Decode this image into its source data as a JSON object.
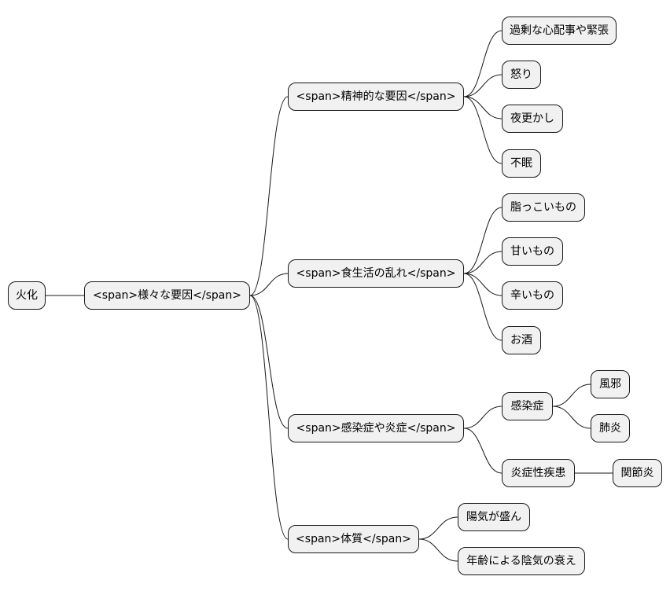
{
  "mindmap": {
    "root": "火化",
    "level1": "<span>様々な要因</span>",
    "branches": {
      "mental": {
        "label": "<span>精神的な要因</span>",
        "items": [
          "過剰な心配事や緊張",
          "怒り",
          "夜更かし",
          "不眠"
        ]
      },
      "diet": {
        "label": "<span>食生活の乱れ</span>",
        "items": [
          "脂っこいもの",
          "甘いもの",
          "辛いもの",
          "お酒"
        ]
      },
      "infection": {
        "label": "<span>感染症や炎症</span>",
        "infectious": {
          "label": "感染症",
          "items": [
            "風邪",
            "肺炎"
          ]
        },
        "inflammatory": {
          "label": "炎症性疾患",
          "items": [
            "関節炎"
          ]
        }
      },
      "constitution": {
        "label": "<span>体質</span>",
        "items": [
          "陽気が盛ん",
          "年齢による陰気の衰え"
        ]
      }
    }
  }
}
